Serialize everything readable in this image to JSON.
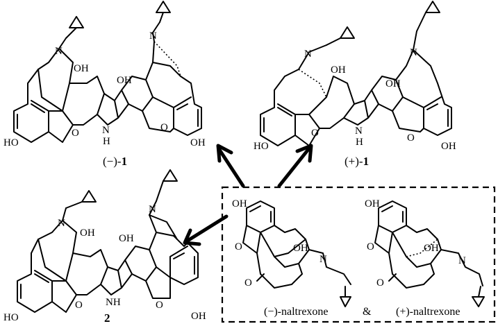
{
  "figure": {
    "atoms": {
      "N": "N",
      "OH": "OH",
      "HO": "HO",
      "O": "O",
      "NH": "NH",
      "H": "H"
    },
    "compounds": [
      {
        "id": "minus-1",
        "sign": "(−)-",
        "number": "1"
      },
      {
        "id": "plus-1",
        "sign": "(+)-",
        "number": "1"
      },
      {
        "id": "two",
        "sign": "",
        "number": "2"
      }
    ],
    "starting_materials": {
      "left": "(−)-naltrexone",
      "conjunction": "&",
      "right": "(+)-naltrexone"
    }
  }
}
